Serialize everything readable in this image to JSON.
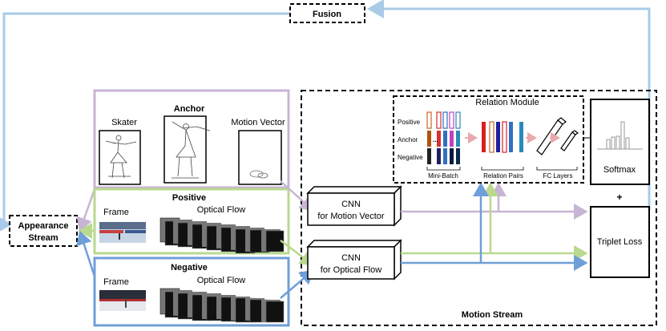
{
  "fusion": {
    "label": "Fusion"
  },
  "appearance_stream": {
    "line1": "Appearance",
    "line2": "Stream"
  },
  "anchor_panel": {
    "title": "Anchor",
    "skater_label": "Skater",
    "motion_vector_label": "Motion Vector"
  },
  "positive_panel": {
    "title": "Positive",
    "frame_label": "Frame",
    "flow_label": "Optical Flow"
  },
  "negative_panel": {
    "title": "Negative",
    "frame_label": "Frame",
    "flow_label": "Optical Flow"
  },
  "cnn_motion": {
    "line1": "CNN",
    "line2": "for Motion Vector"
  },
  "cnn_flow": {
    "line1": "CNN",
    "line2": "for Optical Flow"
  },
  "relation_module": {
    "title": "Relation Module",
    "row_labels": [
      "Positive",
      "Anchor",
      "Negative"
    ],
    "minibatch_label": "Mini-Batch",
    "relation_pairs_label": "Relation Pairs",
    "fc_layers_label": "FC Layers"
  },
  "softmax": {
    "label": "Softmax"
  },
  "plus": {
    "label": "+"
  },
  "triplet_loss": {
    "label": "Triplet Loss"
  },
  "motion_stream": {
    "label": "Motion Stream"
  },
  "colors": {
    "lavender": "#c8b4d4",
    "green": "#b9d98f",
    "blue": "#6f9fd8",
    "light_blue": "#a9cbe8",
    "pink_arrow": "#e9a9ad"
  }
}
